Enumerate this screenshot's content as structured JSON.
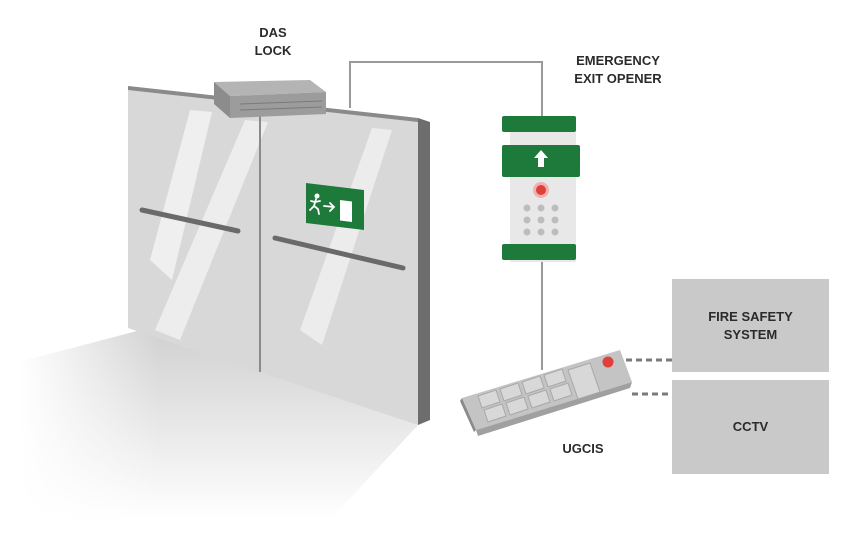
{
  "labels": {
    "das_lock": [
      "DAS",
      "LOCK"
    ],
    "emergency_exit_opener": [
      "EMERGENCY",
      "EXIT OPENER"
    ],
    "ugcis": "UGCIS",
    "fire_safety_system": [
      "FIRE SAFETY",
      "SYSTEM"
    ],
    "cctv": "CCTV"
  },
  "colors": {
    "green": "#1e7a3a",
    "wall": "#d6d6d6",
    "box": "#c9c9c9",
    "red_button": "#e0403a",
    "line": "#9a9a9a"
  },
  "icons": {
    "exit_sign": "running-man-exit-icon",
    "up_arrow": "up-arrow-icon",
    "emergency_button": "red-button-icon"
  }
}
